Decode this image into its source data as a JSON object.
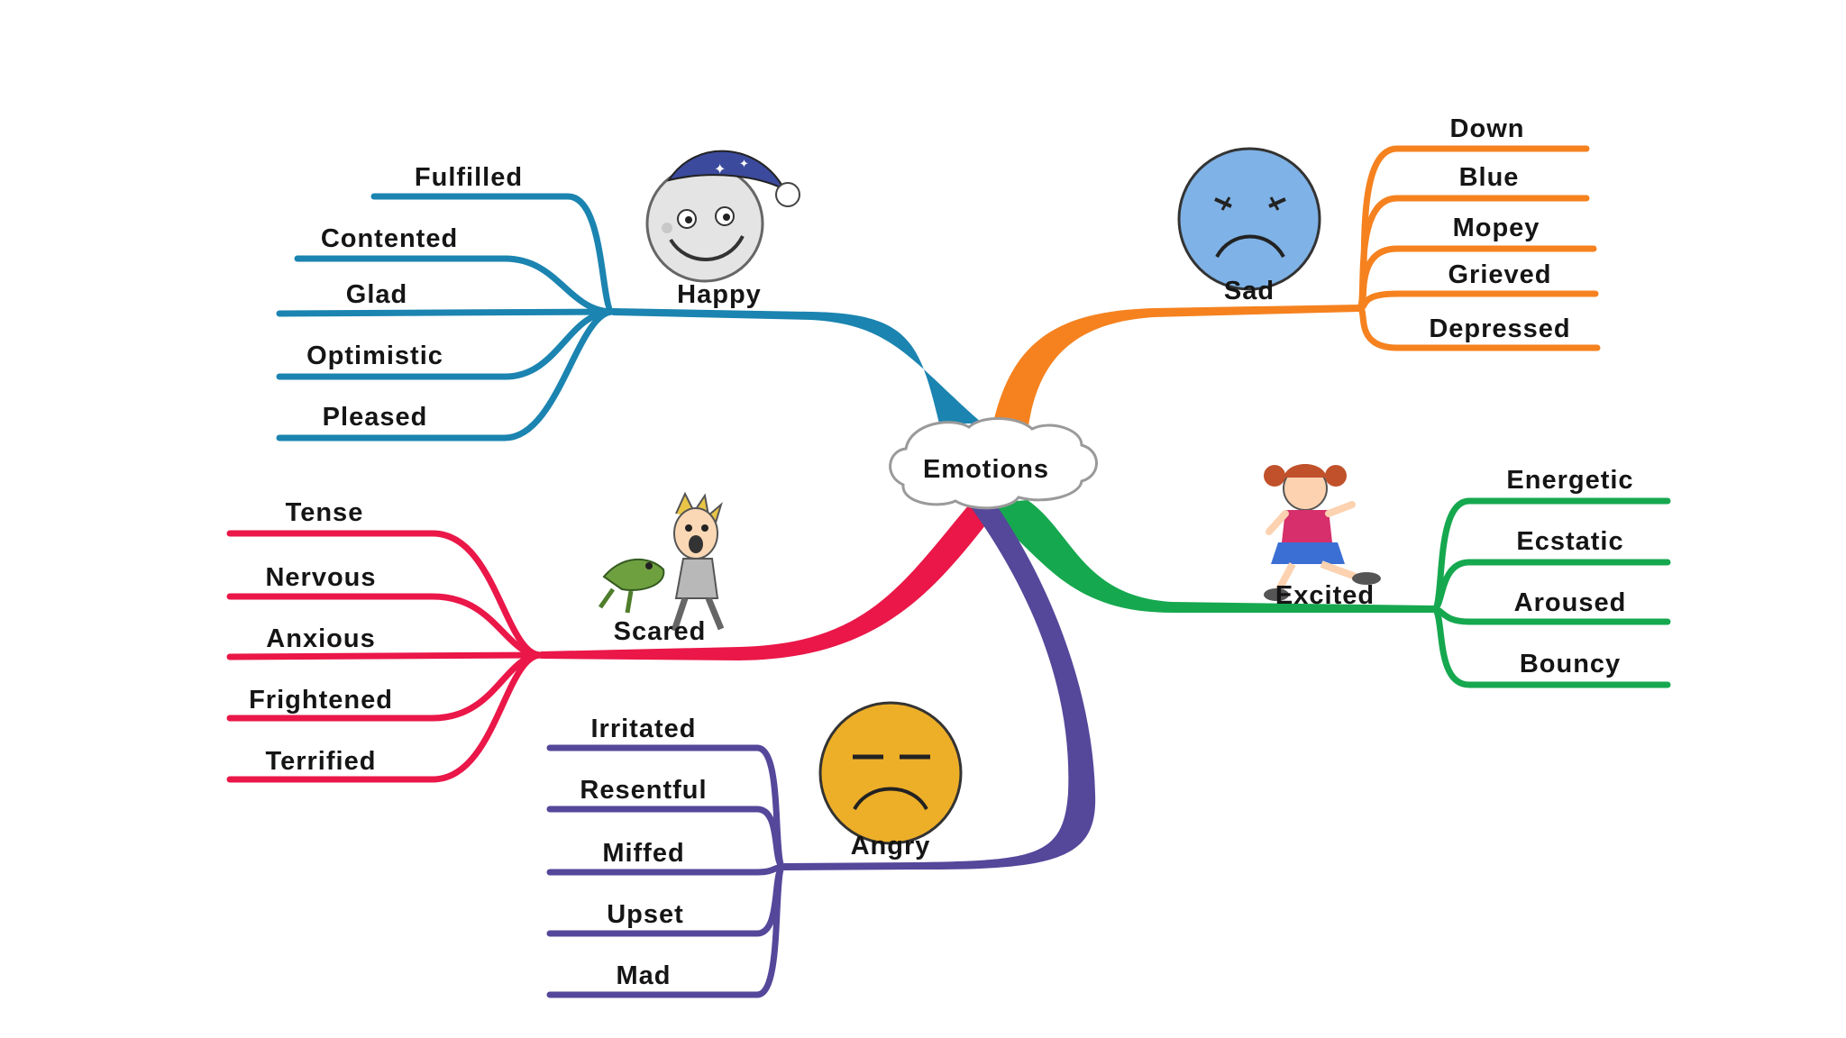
{
  "center": {
    "label": "Emotions"
  },
  "branches": [
    {
      "key": "happy",
      "label": "Happy",
      "color": "#1b84b0",
      "icon": "smiling-moon-face-with-nightcap-icon",
      "items": [
        "Fulfilled",
        "Contented",
        "Glad",
        "Optimistic",
        "Pleased"
      ]
    },
    {
      "key": "sad",
      "label": "Sad",
      "color": "#f5821f",
      "icon": "sad-face-icon",
      "items": [
        "Down",
        "Blue",
        "Mopey",
        "Grieved",
        "Depressed"
      ]
    },
    {
      "key": "excited",
      "label": "Excited",
      "color": "#16a84f",
      "icon": "running-girl-icon",
      "items": [
        "Energetic",
        "Ecstatic",
        "Aroused",
        "Bouncy"
      ]
    },
    {
      "key": "scared",
      "label": "Scared",
      "color": "#ea1748",
      "icon": "frightened-man-with-monster-icon",
      "items": [
        "Tense",
        "Nervous",
        "Anxious",
        "Frightened",
        "Terrified"
      ]
    },
    {
      "key": "angry",
      "label": "Angry",
      "color": "#55479a",
      "icon": "angry-face-icon",
      "items": [
        "Irritated",
        "Resentful",
        "Miffed",
        "Upset",
        "Mad"
      ]
    }
  ]
}
